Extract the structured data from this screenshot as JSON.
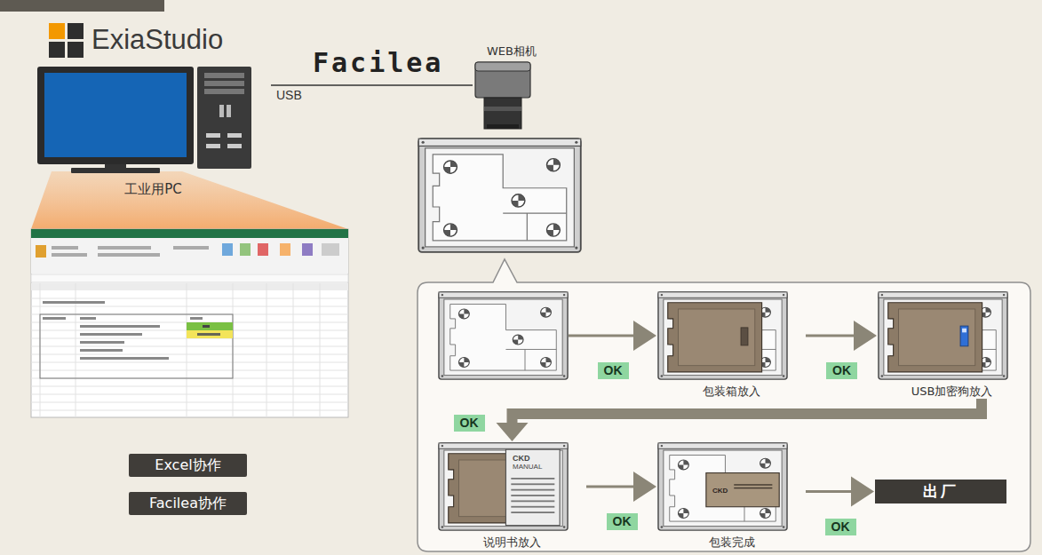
{
  "diagram": {
    "nodes": [
      {
        "text": [
          "工业用PC"
        ]
      },
      {
        "text": [
          "WEB相机"
        ]
      },
      {
        "text": [
          "Excel协作"
        ]
      },
      {
        "text": [
          "Facilea协作"
        ]
      },
      {
        "text": []
      },
      {
        "text": [
          "包装箱放入"
        ]
      },
      {
        "text": [
          "USB加密狗放入"
        ]
      },
      {
        "text": [
          "说明书放入"
        ]
      },
      {
        "text": [
          "包装完成"
        ]
      },
      {
        "text": [
          "出厂"
        ]
      }
    ],
    "edges": [
      {
        "from": 0,
        "to": 1,
        "arrow": "none",
        "label": "USB"
      },
      {
        "from": 4,
        "to": 5,
        "arrow": "to",
        "label": "OK"
      },
      {
        "from": 5,
        "to": 6,
        "arrow": "to",
        "label": "OK"
      },
      {
        "from": 6,
        "to": 7,
        "arrow": "to",
        "label": "OK"
      },
      {
        "from": 7,
        "to": 8,
        "arrow": "to",
        "label": "OK"
      },
      {
        "from": 8,
        "to": 9,
        "arrow": "to",
        "label": "OK"
      }
    ],
    "labels": [
      "ExiaStudio",
      "Facilea",
      "CKD",
      "MANUAL",
      "CKD"
    ]
  }
}
